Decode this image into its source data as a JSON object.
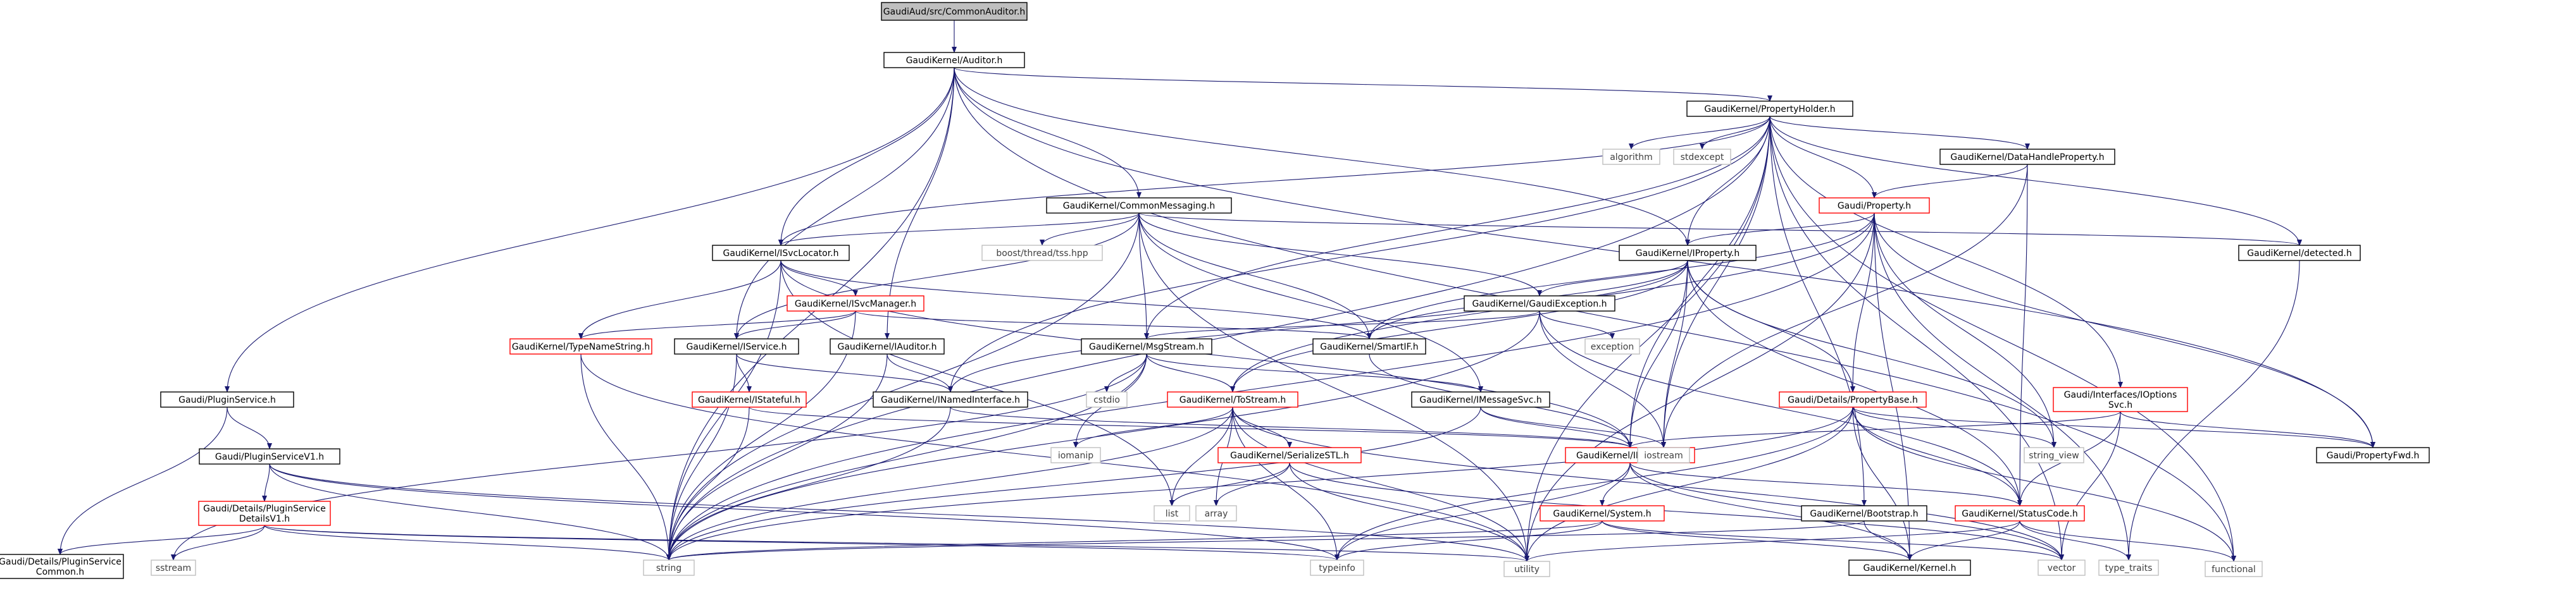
{
  "colors": {
    "edge": "#191970",
    "documented_border": "#000000",
    "undocumented_border": "#ff0000",
    "system_border": "#bfbfbf",
    "root_fill": "#bfbfbf"
  },
  "nodes": [
    {
      "id": "root",
      "label": "GaudiAud/src/CommonAuditor.h",
      "kind": "root"
    },
    {
      "id": "auditor",
      "label": "GaudiKernel/Auditor.h",
      "kind": "doc"
    },
    {
      "id": "pluginservice",
      "label": "Gaudi/PluginService.h",
      "kind": "doc"
    },
    {
      "id": "string",
      "label": "string",
      "kind": "sys"
    },
    {
      "id": "isvclocator",
      "label": "GaudiKernel/ISvcLocator.h",
      "kind": "doc"
    },
    {
      "id": "iservice",
      "label": "GaudiKernel/IService.h",
      "kind": "doc"
    },
    {
      "id": "iauditor",
      "label": "GaudiKernel/IAuditor.h",
      "kind": "doc"
    },
    {
      "id": "commonmessaging",
      "label": "GaudiKernel/CommonMessaging.h",
      "kind": "doc"
    },
    {
      "id": "iproperty",
      "label": "GaudiKernel/IProperty.h",
      "kind": "doc"
    },
    {
      "id": "propertyholder",
      "label": "GaudiKernel/PropertyHolder.h",
      "kind": "doc"
    },
    {
      "id": "propertyfwd",
      "label": "Gaudi/PropertyFwd.h",
      "kind": "doc"
    },
    {
      "id": "functional",
      "label": "functional",
      "kind": "sys"
    },
    {
      "id": "pluginservicev1",
      "label": "Gaudi/PluginServiceV1.h",
      "kind": "doc"
    },
    {
      "id": "pscommon",
      "label": "Gaudi/Details/PluginService|Common.h",
      "kind": "doc"
    },
    {
      "id": "psdetailsv1",
      "label": "Gaudi/Details/PluginService|DetailsV1.h",
      "kind": "nodoc"
    },
    {
      "id": "sstream",
      "label": "sstream",
      "kind": "sys"
    },
    {
      "id": "typeinfo",
      "label": "typeinfo",
      "kind": "sys"
    },
    {
      "id": "utility",
      "label": "utility",
      "kind": "sys"
    },
    {
      "id": "list",
      "label": "list",
      "kind": "sys"
    },
    {
      "id": "interface",
      "label": "GaudiKernel/IInterface.h",
      "kind": "nodoc"
    },
    {
      "id": "isvcmanager",
      "label": "GaudiKernel/ISvcManager.h",
      "kind": "nodoc"
    },
    {
      "id": "smartif",
      "label": "GaudiKernel/SmartIF.h",
      "kind": "doc"
    },
    {
      "id": "typenamestring",
      "label": "GaudiKernel/TypeNameString.h",
      "kind": "nodoc"
    },
    {
      "id": "istateful",
      "label": "GaudiKernel/IStateful.h",
      "kind": "nodoc"
    },
    {
      "id": "inamedinterface",
      "label": "GaudiKernel/INamedInterface.h",
      "kind": "doc"
    },
    {
      "id": "boostthread",
      "label": "boost/thread/tss.hpp",
      "kind": "sys"
    },
    {
      "id": "msgstream",
      "label": "GaudiKernel/MsgStream.h",
      "kind": "doc"
    },
    {
      "id": "imessagesvc",
      "label": "GaudiKernel/IMessageSvc.h",
      "kind": "doc"
    },
    {
      "id": "gaudiexception",
      "label": "GaudiKernel/GaudiException.h",
      "kind": "doc"
    },
    {
      "id": "detected",
      "label": "GaudiKernel/detected.h",
      "kind": "doc"
    },
    {
      "id": "system",
      "label": "GaudiKernel/System.h",
      "kind": "nodoc"
    },
    {
      "id": "kernel",
      "label": "GaudiKernel/Kernel.h",
      "kind": "doc"
    },
    {
      "id": "statuscode",
      "label": "GaudiKernel/StatusCode.h",
      "kind": "nodoc"
    },
    {
      "id": "vector",
      "label": "vector",
      "kind": "sys"
    },
    {
      "id": "typetraits",
      "label": "type_traits",
      "kind": "sys"
    },
    {
      "id": "array",
      "label": "array",
      "kind": "sys"
    },
    {
      "id": "bootstrap",
      "label": "GaudiKernel/Bootstrap.h",
      "kind": "doc"
    },
    {
      "id": "iostream",
      "label": "iostream",
      "kind": "sys"
    },
    {
      "id": "cstdio",
      "label": "cstdio",
      "kind": "sys"
    },
    {
      "id": "iomanip",
      "label": "iomanip",
      "kind": "sys"
    },
    {
      "id": "tostream",
      "label": "GaudiKernel/ToStream.h",
      "kind": "nodoc"
    },
    {
      "id": "serializestl",
      "label": "GaudiKernel/SerializeSTL.h",
      "kind": "nodoc"
    },
    {
      "id": "propertybase",
      "label": "Gaudi/Details/PropertyBase.h",
      "kind": "nodoc"
    },
    {
      "id": "exception",
      "label": "exception",
      "kind": "sys"
    },
    {
      "id": "stringview",
      "label": "string_view",
      "kind": "sys"
    },
    {
      "id": "property",
      "label": "Gaudi/Property.h",
      "kind": "nodoc"
    },
    {
      "id": "datahandleproperty",
      "label": "GaudiKernel/DataHandleProperty.h",
      "kind": "doc"
    },
    {
      "id": "algorithm",
      "label": "algorithm",
      "kind": "sys"
    },
    {
      "id": "stdexcept",
      "label": "stdexcept",
      "kind": "sys"
    },
    {
      "id": "ioptionssvc",
      "label": "Gaudi/Interfaces/IOptions|Svc.h",
      "kind": "nodoc"
    }
  ],
  "edges": [
    [
      "root",
      "auditor"
    ],
    [
      "auditor",
      "pluginservice"
    ],
    [
      "auditor",
      "string"
    ],
    [
      "auditor",
      "isvclocator"
    ],
    [
      "auditor",
      "iservice"
    ],
    [
      "auditor",
      "iauditor"
    ],
    [
      "auditor",
      "commonmessaging"
    ],
    [
      "auditor",
      "iproperty"
    ],
    [
      "auditor",
      "propertyholder"
    ],
    [
      "auditor",
      "propertyfwd"
    ],
    [
      "auditor",
      "functional"
    ],
    [
      "pluginservice",
      "pluginservicev1"
    ],
    [
      "pluginservice",
      "pscommon"
    ],
    [
      "pluginservicev1",
      "psdetailsv1"
    ],
    [
      "pluginservicev1",
      "string"
    ],
    [
      "pluginservicev1",
      "typeinfo"
    ],
    [
      "pluginservicev1",
      "utility"
    ],
    [
      "psdetailsv1",
      "pscommon"
    ],
    [
      "psdetailsv1",
      "sstream"
    ],
    [
      "psdetailsv1",
      "string"
    ],
    [
      "psdetailsv1",
      "typeinfo"
    ],
    [
      "psdetailsv1",
      "utility"
    ],
    [
      "isvclocator",
      "interface"
    ],
    [
      "isvclocator",
      "isvcmanager"
    ],
    [
      "isvclocator",
      "smartif"
    ],
    [
      "isvclocator",
      "typenamestring"
    ],
    [
      "isvclocator",
      "string"
    ],
    [
      "isvclocator",
      "list"
    ],
    [
      "isvcmanager",
      "iservice"
    ],
    [
      "isvcmanager",
      "typenamestring"
    ],
    [
      "isvcmanager",
      "smartif"
    ],
    [
      "isvcmanager",
      "string"
    ],
    [
      "iservice",
      "istateful"
    ],
    [
      "iservice",
      "inamedinterface"
    ],
    [
      "iservice",
      "string"
    ],
    [
      "iauditor",
      "inamedinterface"
    ],
    [
      "iauditor",
      "string"
    ],
    [
      "typenamestring",
      "string"
    ],
    [
      "typenamestring",
      "utility"
    ],
    [
      "istateful",
      "interface"
    ],
    [
      "istateful",
      "string"
    ],
    [
      "inamedinterface",
      "interface"
    ],
    [
      "inamedinterface",
      "string"
    ],
    [
      "commonmessaging",
      "boostthread"
    ],
    [
      "commonmessaging",
      "isvclocator"
    ],
    [
      "commonmessaging",
      "iservice"
    ],
    [
      "commonmessaging",
      "msgstream"
    ],
    [
      "commonmessaging",
      "imessagesvc"
    ],
    [
      "commonmessaging",
      "smartif"
    ],
    [
      "commonmessaging",
      "gaudiexception"
    ],
    [
      "commonmessaging",
      "detected"
    ],
    [
      "commonmessaging",
      "string"
    ],
    [
      "commonmessaging",
      "utility"
    ],
    [
      "msgstream",
      "imessagesvc"
    ],
    [
      "msgstream",
      "sstream"
    ],
    [
      "msgstream",
      "cstdio"
    ],
    [
      "msgstream",
      "iomanip"
    ],
    [
      "msgstream",
      "string"
    ],
    [
      "msgstream",
      "tostream"
    ],
    [
      "imessagesvc",
      "interface"
    ],
    [
      "imessagesvc",
      "iostream"
    ],
    [
      "imessagesvc",
      "string"
    ],
    [
      "gaudiexception",
      "msgstream"
    ],
    [
      "gaudiexception",
      "statuscode"
    ],
    [
      "gaudiexception",
      "iostream"
    ],
    [
      "gaudiexception",
      "exception"
    ],
    [
      "gaudiexception",
      "string"
    ],
    [
      "smartif",
      "interface"
    ],
    [
      "interface",
      "system"
    ],
    [
      "interface",
      "kernel"
    ],
    [
      "interface",
      "statuscode"
    ],
    [
      "interface",
      "typeinfo"
    ],
    [
      "interface",
      "vector"
    ],
    [
      "system",
      "kernel"
    ],
    [
      "system",
      "string"
    ],
    [
      "system",
      "typeinfo"
    ],
    [
      "system",
      "vector"
    ],
    [
      "statuscode",
      "kernel"
    ],
    [
      "statuscode",
      "functional"
    ],
    [
      "statuscode",
      "typetraits"
    ],
    [
      "statuscode",
      "utility"
    ],
    [
      "bootstrap",
      "kernel"
    ],
    [
      "bootstrap",
      "string"
    ],
    [
      "tostream",
      "list"
    ],
    [
      "tostream",
      "array"
    ],
    [
      "tostream",
      "iomanip"
    ],
    [
      "tostream",
      "serializestl"
    ],
    [
      "tostream",
      "string"
    ],
    [
      "tostream",
      "typeinfo"
    ],
    [
      "tostream",
      "vector"
    ],
    [
      "tostream",
      "utility"
    ],
    [
      "serializestl",
      "array"
    ],
    [
      "serializestl",
      "list"
    ],
    [
      "serializestl",
      "vector"
    ],
    [
      "serializestl",
      "utility"
    ],
    [
      "iproperty",
      "interface"
    ],
    [
      "iproperty",
      "propertybase"
    ],
    [
      "iproperty",
      "gaudiexception"
    ],
    [
      "iproperty",
      "smartif"
    ],
    [
      "iproperty",
      "inamedinterface"
    ],
    [
      "iproperty",
      "statuscode"
    ],
    [
      "iproperty",
      "iostream"
    ],
    [
      "iproperty",
      "stringview"
    ],
    [
      "iproperty",
      "tostream"
    ],
    [
      "propertybase",
      "propertyfwd"
    ],
    [
      "propertybase",
      "kernel"
    ],
    [
      "propertybase",
      "statuscode"
    ],
    [
      "propertybase",
      "string"
    ],
    [
      "propertybase",
      "stringview"
    ],
    [
      "propertybase",
      "typeinfo"
    ],
    [
      "propertybase",
      "utility"
    ],
    [
      "propertybase",
      "functional"
    ],
    [
      "propertyholder",
      "iproperty"
    ],
    [
      "propertyholder",
      "property"
    ],
    [
      "propertyholder",
      "datahandleproperty"
    ],
    [
      "propertyholder",
      "algorithm"
    ],
    [
      "propertyholder",
      "stdexcept"
    ],
    [
      "propertyholder",
      "string"
    ],
    [
      "propertyholder",
      "msgstream"
    ],
    [
      "propertyholder",
      "detected"
    ],
    [
      "propertyholder",
      "ioptionssvc"
    ],
    [
      "propertyholder",
      "isvclocator"
    ],
    [
      "propertyholder",
      "iostream"
    ],
    [
      "propertyholder",
      "inamedinterface"
    ],
    [
      "propertyholder",
      "vector"
    ],
    [
      "propertyholder",
      "utility"
    ],
    [
      "propertyholder",
      "functional"
    ],
    [
      "propertyholder",
      "bootstrap"
    ],
    [
      "propertyholder",
      "interface"
    ],
    [
      "property",
      "iproperty"
    ],
    [
      "property",
      "propertybase"
    ],
    [
      "property",
      "tostream"
    ],
    [
      "property",
      "propertyfwd"
    ],
    [
      "property",
      "smartif"
    ],
    [
      "property",
      "string"
    ],
    [
      "property",
      "stringview"
    ],
    [
      "property",
      "utility"
    ],
    [
      "property",
      "typetraits"
    ],
    [
      "property",
      "kernel"
    ],
    [
      "datahandleproperty",
      "property"
    ],
    [
      "datahandleproperty",
      "statuscode"
    ],
    [
      "datahandleproperty",
      "iostream"
    ],
    [
      "detected",
      "typetraits"
    ],
    [
      "ioptionssvc",
      "propertyfwd"
    ],
    [
      "ioptionssvc",
      "interface"
    ],
    [
      "ioptionssvc",
      "statuscode"
    ],
    [
      "ioptionssvc",
      "vector"
    ]
  ]
}
